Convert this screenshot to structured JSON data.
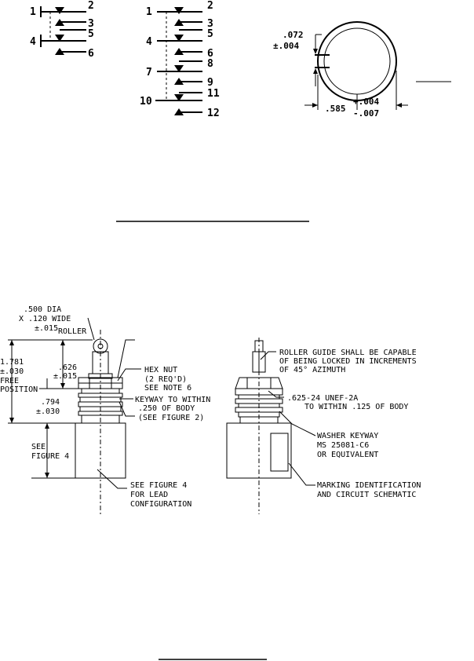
{
  "schematic_a": {
    "pins": [
      "1",
      "2",
      "3",
      "5",
      "4",
      "6"
    ]
  },
  "schematic_b": {
    "pins": [
      "1",
      "2",
      "3",
      "5",
      "4",
      "6",
      "7",
      "8",
      "9",
      "10",
      "11",
      "12"
    ]
  },
  "hole_detail": {
    "thickness": ".072",
    "thickness_tol": "±.004",
    "diameter": ".585",
    "diameter_tol_plus": "+.004",
    "diameter_tol_minus": "-.007"
  },
  "left_view": {
    "callouts": [
      ".500 DIA",
      "X .120 WIDE",
      "±.015",
      "ROLLER",
      "1.781",
      "±.030",
      "FREE",
      "POSITION",
      ".626",
      "±.015",
      ".794",
      "±.030",
      "SEE",
      "FIGURE 4",
      "HEX NUT",
      "(2 REQ'D)",
      "SEE NOTE 6",
      "KEYWAY TO WITHIN",
      ".250 OF BODY",
      "(SEE FIGURE 2)",
      "SEE FIGURE 4",
      "FOR LEAD",
      "CONFIGURATION"
    ]
  },
  "right_view": {
    "callouts": [
      "ROLLER GUIDE SHALL BE CAPABLE",
      "OF BEING LOCKED IN INCREMENTS",
      "OF 45° AZIMUTH",
      ".625-24 UNEF-2A",
      "TO WITHIN .125 OF BODY",
      "WASHER KEYWAY",
      "MS 25081-C6",
      "OR EQUIVALENT",
      "MARKING IDENTIFICATION",
      "AND CIRCUIT SCHEMATIC"
    ]
  }
}
